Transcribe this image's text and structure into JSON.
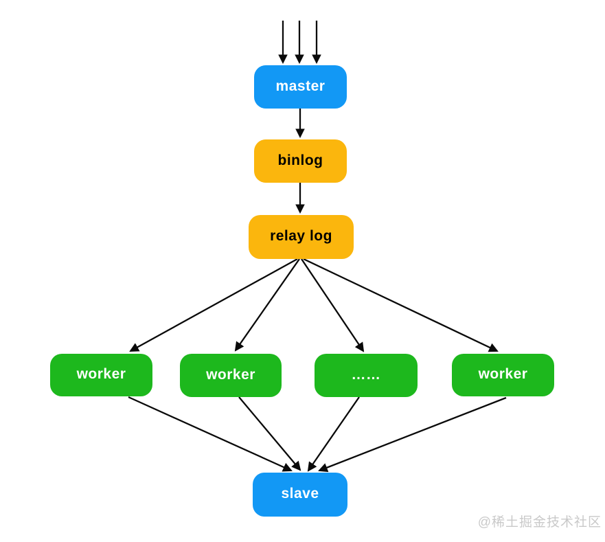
{
  "diagram": {
    "arrow_color": "#0a0a0a",
    "nodes": [
      {
        "id": "master",
        "label": "master",
        "fill": "#1298f5",
        "text_color": "#ffffff"
      },
      {
        "id": "binlog",
        "label": "binlog",
        "fill": "#fbb60d",
        "text_color": "#000000"
      },
      {
        "id": "relay-log",
        "label": "relay log",
        "fill": "#fbb60d",
        "text_color": "#000000"
      },
      {
        "id": "worker-1",
        "label": "worker",
        "fill": "#1db81d",
        "text_color": "#ffffff"
      },
      {
        "id": "worker-2",
        "label": "worker",
        "fill": "#1db81d",
        "text_color": "#ffffff"
      },
      {
        "id": "workers-more",
        "label": "……",
        "fill": "#1db81d",
        "text_color": "#ffffff"
      },
      {
        "id": "worker-4",
        "label": "worker",
        "fill": "#1db81d",
        "text_color": "#ffffff"
      },
      {
        "id": "slave",
        "label": "slave",
        "fill": "#1298f5",
        "text_color": "#ffffff"
      }
    ],
    "edges": [
      {
        "from": "input-1",
        "to": "master"
      },
      {
        "from": "input-2",
        "to": "master"
      },
      {
        "from": "input-3",
        "to": "master"
      },
      {
        "from": "master",
        "to": "binlog"
      },
      {
        "from": "binlog",
        "to": "relay-log"
      },
      {
        "from": "relay-log",
        "to": "worker-1"
      },
      {
        "from": "relay-log",
        "to": "worker-2"
      },
      {
        "from": "relay-log",
        "to": "workers-more"
      },
      {
        "from": "relay-log",
        "to": "worker-4"
      },
      {
        "from": "worker-1",
        "to": "slave"
      },
      {
        "from": "worker-2",
        "to": "slave"
      },
      {
        "from": "workers-more",
        "to": "slave"
      },
      {
        "from": "worker-4",
        "to": "slave"
      }
    ]
  },
  "watermark": {
    "text": "@稀土掘金技术社区"
  }
}
